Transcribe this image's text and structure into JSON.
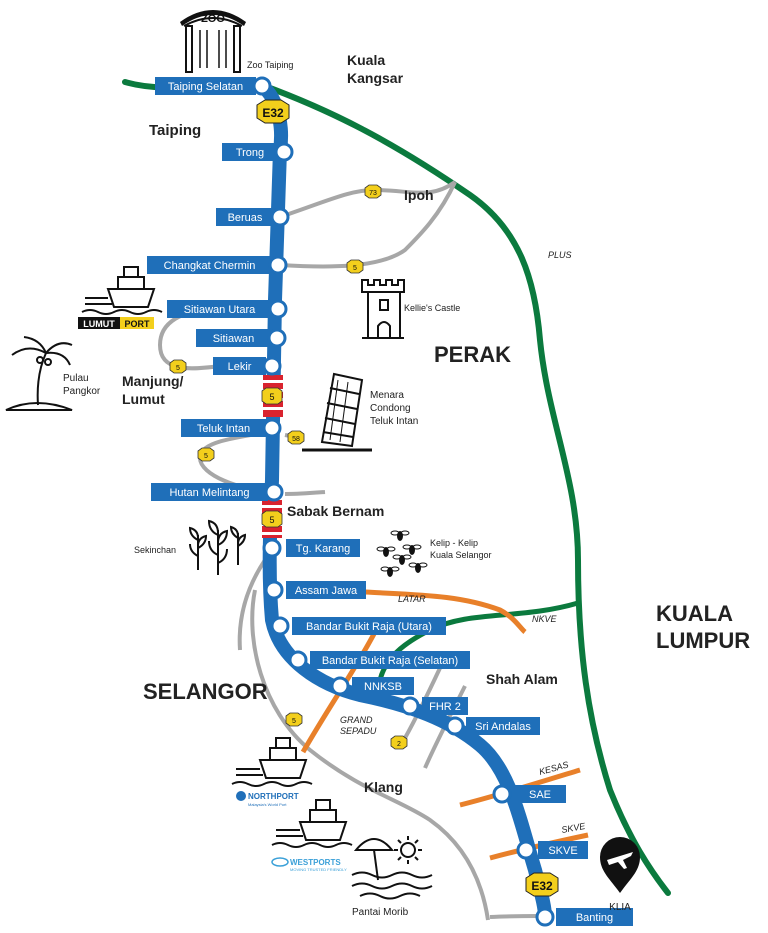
{
  "colors": {
    "e32_blue": "#1f6fb9",
    "plus_green": "#0b7a3e",
    "federal_gray": "#a7a7a7",
    "latar_orange": "#e8802a",
    "shield_yellow": "#f3cf1c",
    "dash_red": "#d9232e"
  },
  "highway": {
    "code": "E32"
  },
  "interchanges": [
    {
      "name": "Taiping Selatan"
    },
    {
      "name": "Trong"
    },
    {
      "name": "Beruas"
    },
    {
      "name": "Changkat Chermin"
    },
    {
      "name": "Sitiawan Utara"
    },
    {
      "name": "Sitiawan"
    },
    {
      "name": "Lekir"
    },
    {
      "name": "Teluk Intan"
    },
    {
      "name": "Hutan Melintang"
    },
    {
      "name": "Tg. Karang"
    },
    {
      "name": "Assam Jawa"
    },
    {
      "name": "Bandar Bukit Raja (Utara)"
    },
    {
      "name": "Bandar Bukit Raja (Selatan)"
    },
    {
      "name": "NNKSB"
    },
    {
      "name": "FHR 2"
    },
    {
      "name": "Sri Andalas"
    },
    {
      "name": "SAE"
    },
    {
      "name": "SKVE"
    },
    {
      "name": "Banting"
    }
  ],
  "regions": {
    "perak": "PERAK",
    "selangor": "SELANGOR",
    "kl_line1": "KUALA",
    "kl_line2": "LUMPUR"
  },
  "towns": {
    "kuala_kangsar_1": "Kuala",
    "kuala_kangsar_2": "Kangsar",
    "taiping": "Taiping",
    "ipoh": "Ipoh",
    "manjung_1": "Manjung/",
    "manjung_2": "Lumut",
    "sabak_bernam": "Sabak Bernam",
    "shah_alam": "Shah Alam",
    "klang": "Klang"
  },
  "roads": {
    "plus": "PLUS",
    "nkve": "NKVE",
    "latar": "LATAR",
    "grand_sepadu_1": "GRAND",
    "grand_sepadu_2": "SEPADU",
    "kesas": "KESAS",
    "skve": "SKVE"
  },
  "route_shields": {
    "r73": "73",
    "r5": "5",
    "r58": "58",
    "r2": "2"
  },
  "landmarks": {
    "zoo_sign": "ZOO",
    "zoo": "Zoo Taiping",
    "kellies": "Kellie's Castle",
    "pangkor_1": "Pulau",
    "pangkor_2": "Pangkor",
    "menara_1": "Menara",
    "menara_2": "Condong",
    "menara_3": "Teluk Intan",
    "sekinchan": "Sekinchan",
    "kelip_1": "Kelip - Kelip",
    "kelip_2": "Kuala Selangor",
    "morib": "Pantai Morib",
    "klia": "KLIA"
  },
  "ports": {
    "lumut_a": "LUMUT",
    "lumut_b": "PORT",
    "northport": "NORTHPORT",
    "northport_tag": "Malaysia's World Port",
    "westports": "WESTPORTS",
    "westports_tag": "MOVING TRUSTED FRIENDLY"
  }
}
